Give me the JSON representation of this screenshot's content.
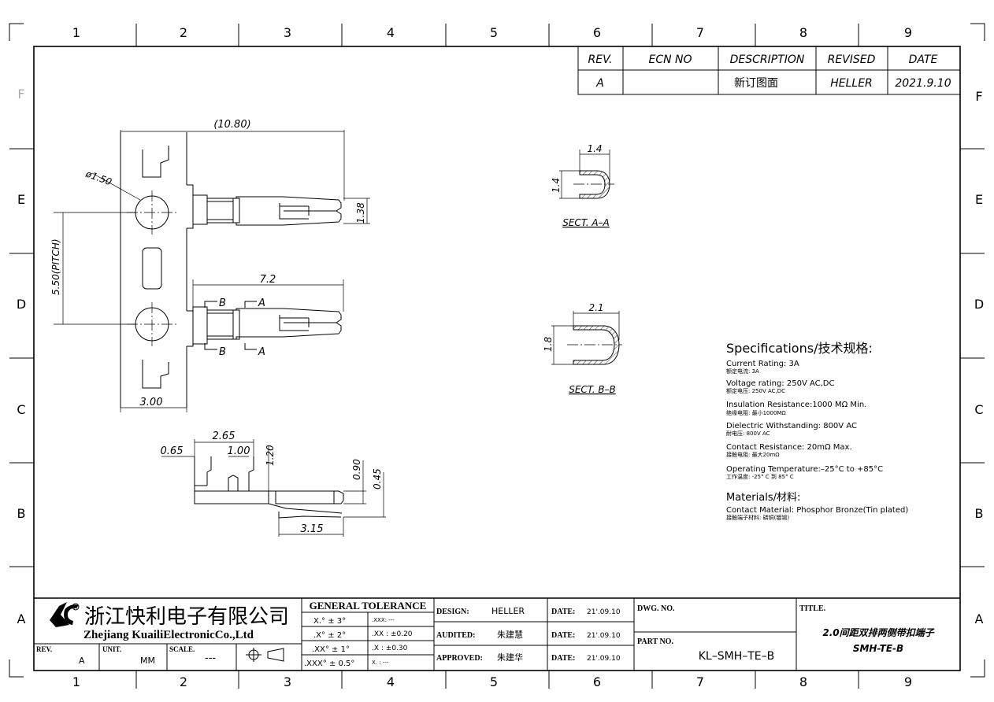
{
  "frame": {
    "columns": [
      "1",
      "2",
      "3",
      "4",
      "5",
      "6",
      "7",
      "8",
      "9"
    ],
    "rows": [
      "F",
      "E",
      "D",
      "C",
      "B",
      "A"
    ]
  },
  "revision_block": {
    "headers": [
      "REV.",
      "ECN NO",
      "DESCRIPTION",
      "REVISED",
      "DATE"
    ],
    "row": [
      "A",
      "",
      "新订图面",
      "HELLER",
      "2021.9.10"
    ]
  },
  "dimensions": {
    "overall_length": "(10.80)",
    "hole_dia": "ø1.50",
    "pitch": "5.50(PITCH)",
    "width_138": "1.38",
    "length_72": "7.2",
    "carrier_300": "3.00",
    "side_265": "2.65",
    "side_065": "0.65",
    "side_100": "1.00",
    "side_120": "1.20",
    "side_090": "0.90",
    "side_045": "0.45",
    "side_315": "3.15",
    "secA_w": "1.4",
    "secA_h": "1.4",
    "secB_w": "2.1",
    "secB_h": "1.8",
    "cut_a": "A",
    "cut_b": "B"
  },
  "sections": {
    "a": "SECT. A–A",
    "b": "SECT. B–B"
  },
  "specifications": {
    "title": "Specifications/技术规格:",
    "items": [
      {
        "en": "Current Rating:  3A",
        "cn": "额定电流: 3A"
      },
      {
        "en": "Voltage rating: 250V AC,DC",
        "cn": "额定电压: 250V AC,DC"
      },
      {
        "en": "Insulation Resistance:1000 MΩ Min.",
        "cn": "绝缘电阻: 最小1000MΩ"
      },
      {
        "en": "Dielectric Withstanding:  800V AC",
        "cn": "耐电压: 800V AC"
      },
      {
        "en": "Contact Resistance:  20mΩ Max.",
        "cn": "接触电阻: 最大20mΩ"
      },
      {
        "en": "Operating Temperature:–25°C to +85°C",
        "cn": "工作温度: -25° C 到 85° C"
      }
    ],
    "materials_title": "Materials/材料:",
    "material_en": "Contact Material: Phosphor Bronze(Tin plated)",
    "material_cn": "接触端子材料: 磷铜(镀锡)"
  },
  "title_block": {
    "company_cn": "浙江快利电子有限公司",
    "company_en": "Zhejiang KuailiElectronicCo.,Ltd",
    "rev_label": "REV.",
    "rev_value": "A",
    "unit_label": "UNIT.",
    "unit_value": "MM",
    "scale_label": "SCALE.",
    "scale_value": "---",
    "tol_title": "GENERAL  TOLERANCE",
    "tol_rows": [
      {
        "a": "X.° ± 3°",
        "b": ".XXX:  ---"
      },
      {
        "a": ".X° ± 2°",
        "b": ".XX :  ±0.20"
      },
      {
        "a": ".XX° ± 1°",
        "b": ".X  :  ±0.30"
      },
      {
        "a": ".XXX° ± 0.5°",
        "b": "X.  :  ---"
      }
    ],
    "design_label": "DESIGN:",
    "design_value": "HELLER",
    "audited_label": "AUDITED:",
    "audited_value": "朱建慧",
    "approved_label": "APPROVED:",
    "approved_value": "朱建华",
    "date_label": "DATE:",
    "date_value": "21'.09.10",
    "dwg_label": "DWG. NO.",
    "part_label": "PART NO.",
    "part_value": "KL–SMH–TE–B",
    "title_label": "TITLE.",
    "title_line1": "2.0间距双排两侧带扣端子",
    "title_line2": "SMH-TE-B"
  }
}
